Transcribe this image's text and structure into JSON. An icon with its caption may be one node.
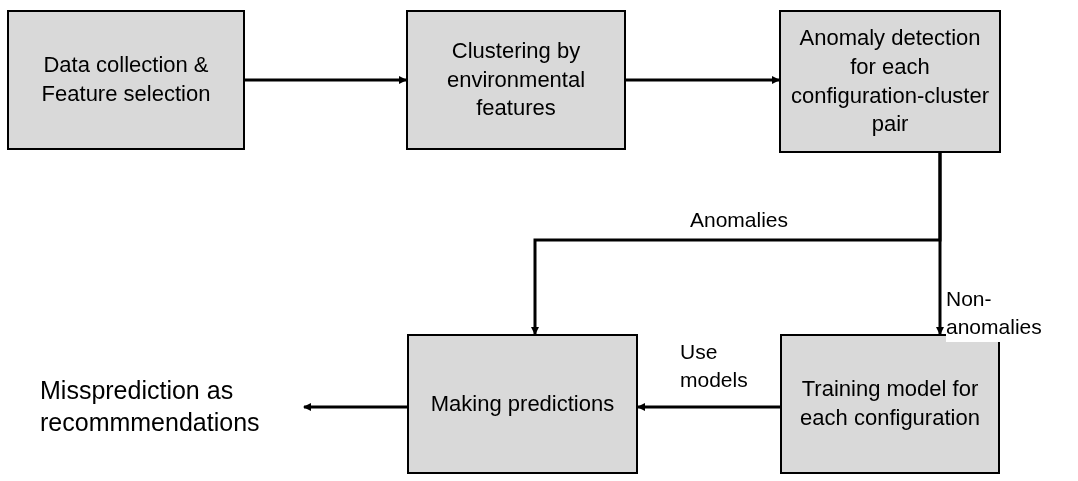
{
  "diagram": {
    "nodes": [
      {
        "text": [
          "Data collection & Feature selection"
        ]
      },
      {
        "text": [
          "Clustering by environmental features"
        ]
      },
      {
        "text": [
          "Anomaly detection for each configuration-cluster pair"
        ]
      },
      {
        "text": [
          "Making predictions"
        ]
      },
      {
        "text": [
          "Training model for each configuration"
        ]
      },
      {
        "text": [
          "Missprediction as recommmendations"
        ]
      }
    ],
    "edges": [
      {
        "from": 0,
        "to": 1,
        "arrow": "to"
      },
      {
        "from": 1,
        "to": 2,
        "arrow": "to"
      },
      {
        "from": 2,
        "to": 3,
        "arrow": "to",
        "label": "Anomalies"
      },
      {
        "from": 2,
        "to": 4,
        "arrow": "to",
        "label": "Non-anomalies"
      },
      {
        "from": 4,
        "to": 3,
        "arrow": "to",
        "label": "Use models"
      },
      {
        "from": 3,
        "to": 5,
        "arrow": "to"
      }
    ]
  }
}
